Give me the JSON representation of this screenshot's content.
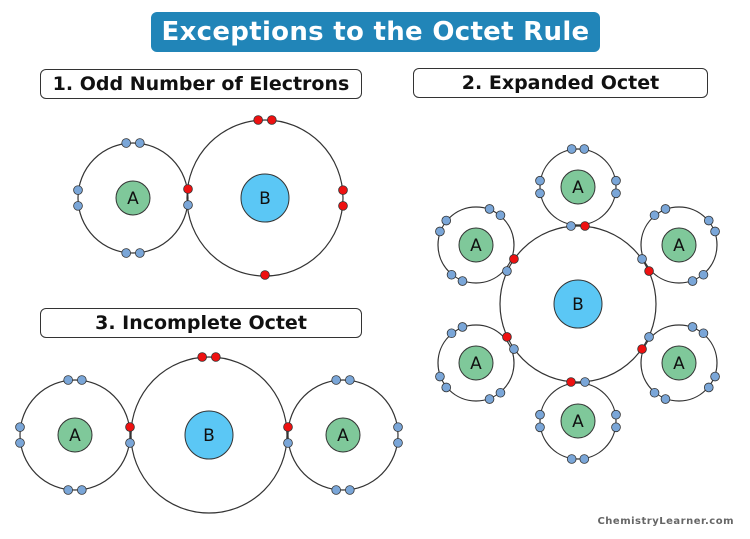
{
  "title": "Exceptions to the Octet Rule",
  "sections": [
    {
      "heading": "1. Odd Number of Electrons"
    },
    {
      "heading": "2. Expanded Octet"
    },
    {
      "heading": "3. Incomplete Octet"
    }
  ],
  "atoms": {
    "a_label": "A",
    "b_label": "B"
  },
  "colors": {
    "title_bg": "#2185b8",
    "atom_a": "#7fc89a",
    "atom_b": "#5bc7f5",
    "electron_shared": "#ee1111",
    "electron_lone": "#7aa6d8"
  },
  "watermark": "ChemistryLearner.com"
}
